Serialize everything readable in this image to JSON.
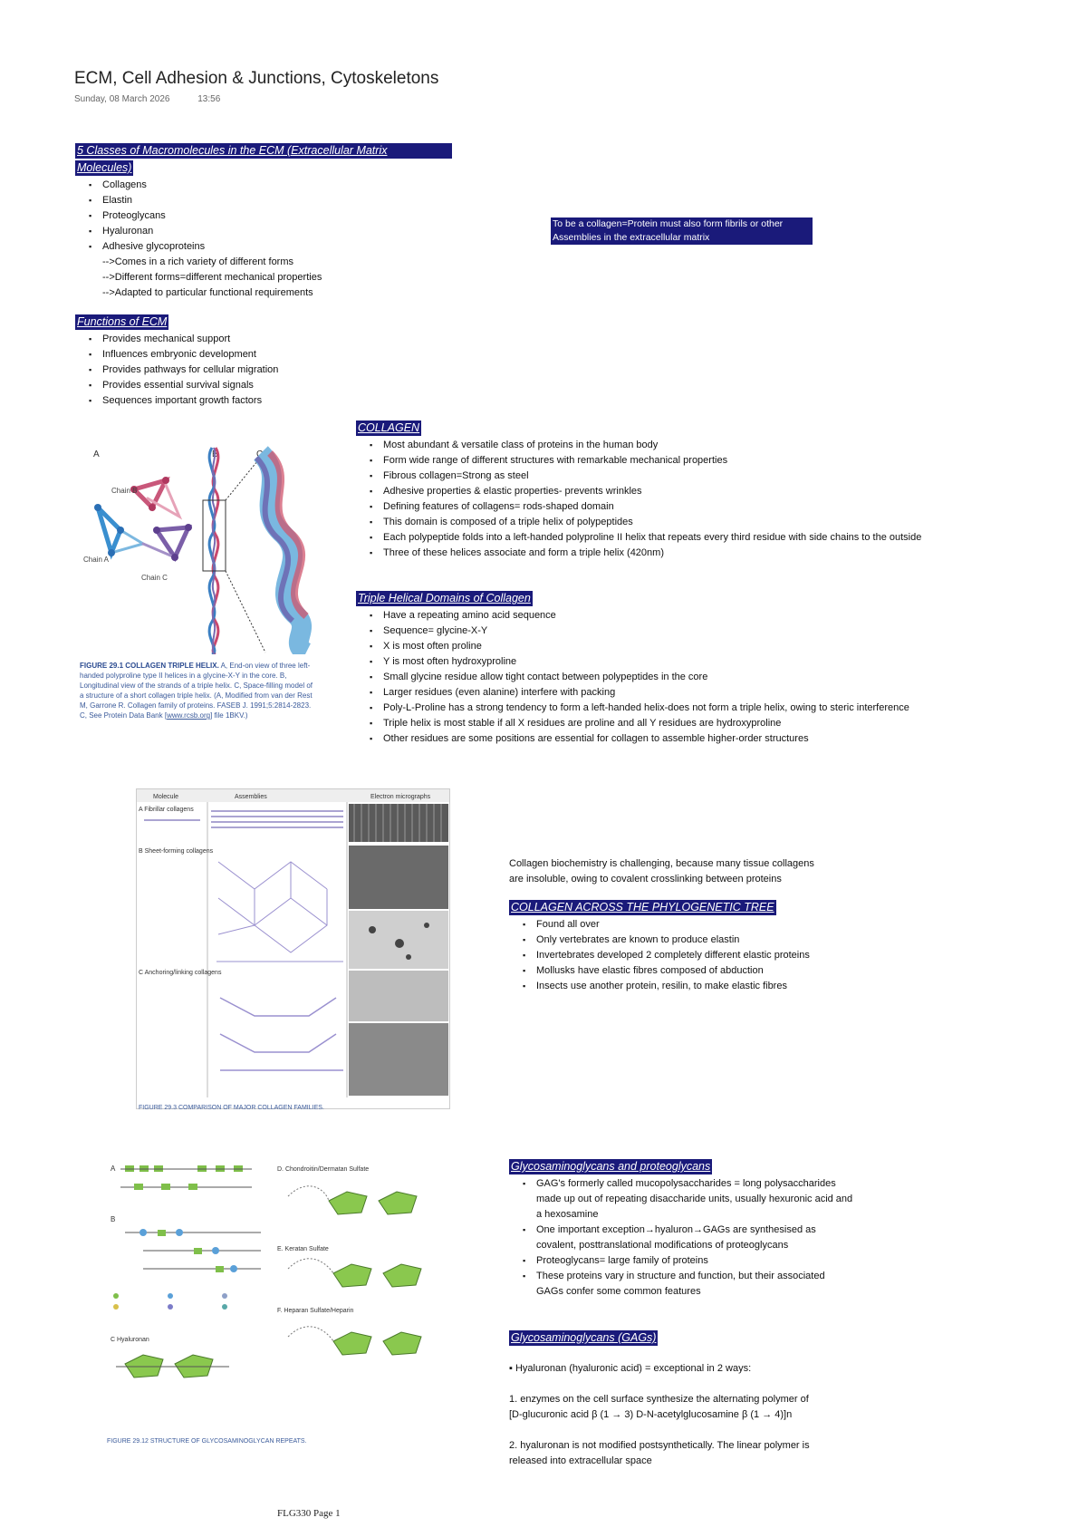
{
  "page": {
    "title": "ECM, Cell Adhesion & Junctions, Cytoskeletons",
    "date": "Sunday, 08 March 2026",
    "time": "13:56"
  },
  "section1": {
    "heading_line1": "5 Classes of Macromolecules in the ECM (Extracellular Matrix",
    "heading_line2": "Molecules)",
    "bullets": [
      "Collagens",
      "Elastin",
      "Proteoglycans",
      "Hyaluronan",
      "Adhesive glycoproteins"
    ],
    "subs": [
      "-->Comes in a rich variety of different forms",
      "-->Different forms=different mechanical properties",
      "-->Adapted to particular functional requirements"
    ]
  },
  "callout": {
    "line1": "To be a collagen=Protein must also form fibrils or other",
    "line2": "Assemblies in the extracellular matrix"
  },
  "functions": {
    "heading": "Functions of ECM",
    "bullets": [
      "Provides mechanical support",
      "Influences embryonic development",
      "Provides pathways for cellular migration",
      "Provides essential survival signals",
      "Sequences important growth factors"
    ]
  },
  "collagen": {
    "heading": "COLLAGEN",
    "bullets": [
      "Most abundant & versatile class of proteins in the human body",
      "Form wide range of different structures with remarkable mechanical properties",
      "Fibrous collagen=Strong as steel",
      "Adhesive properties & elastic properties- prevents wrinkles",
      "Defining features of collagens= rods-shaped domain",
      "This domain is composed of a triple helix of polypeptides",
      "Each polypeptide folds into a left-handed polyproline II helix that repeats every third residue with side chains to the outside",
      "Three of these helices associate and form a triple helix (420nm)"
    ]
  },
  "triple": {
    "heading": "Triple Helical Domains of Collagen",
    "bullets": [
      "Have a repeating amino acid sequence",
      "Sequence= glycine-X-Y",
      "X is most often proline",
      "Y is most often hydroxyproline",
      "Small glycine residue allow tight contact between polypeptides in the core",
      "Larger residues (even alanine) interfere with packing",
      "Poly-L-Proline has a strong tendency to form a left-handed helix-does not form a triple helix, owing to steric interference",
      "Triple helix is most stable if all X residues are proline and all Y residues are hydroxyproline",
      "Other residues are some positions are essential for collagen to assemble higher-order structures"
    ]
  },
  "fig1": {
    "labels": [
      "A",
      "B",
      "C",
      "Chain B",
      "Chain A",
      "Chain C"
    ],
    "caption_title": "FIGURE 29.1",
    "caption_heading": "COLLAGEN TRIPLE HELIX.",
    "caption_text": "A, End-on view of three left-handed polyproline type II helices in a glycine-X-Y in the core. B, Longitudinal view of the strands of a triple helix. C, Space-filling model of a structure of a short collagen triple helix. (A, Modified from van der Rest M, Garrone R. Collagen family of proteins. FASEB J. 1991;5:2814-2823. C, See Protein Data Bank [",
    "caption_link": "www.rcsb.org",
    "caption_end": "] file 1BKV.)"
  },
  "fig2": {
    "col_headers": [
      "Molecule",
      "Assemblies",
      "Electron micrographs"
    ],
    "row_labels": [
      "A Fibrillar collagens",
      "B Sheet-forming collagens",
      "C Anchoring/linking collagens"
    ],
    "caption": "FIGURE 29.3 COMPARISON OF MAJOR COLLAGEN FAMILIES."
  },
  "notes": {
    "line1": "Collagen biochemistry is challenging, because many tissue collagens",
    "line2": "are insoluble, owing to covalent crosslinking between proteins"
  },
  "phylo": {
    "heading": "COLLAGEN ACROSS THE PHYLOGENETIC TREE",
    "bullets": [
      "Found all over",
      "Only vertebrates are known to produce elastin",
      "Invertebrates developed 2 completely different elastic proteins",
      "Mollusks have elastic fibres composed of abduction",
      "Insects use another protein, resilin, to make elastic fibres"
    ]
  },
  "fig3": {
    "labels": [
      "A",
      "B",
      "C Hyaluronan",
      "D. Chondroitin/Dermatan Sulfate",
      "E. Keratan Sulfate",
      "F. Heparan Sulfate/Heparin"
    ],
    "caption": "FIGURE 29.12 STRUCTURE OF GLYCOSAMINOGLYCAN REPEATS."
  },
  "gag": {
    "heading": "Glycosaminoglycans and proteoglycans",
    "bullets": [
      "GAG's formerly called mucopolysaccharides = long polysaccharides made up out of repeating disaccharide units, usually hexuronic acid and a hexosamine",
      "One important exception→hyaluron→GAGs are synthesised as covalent, posttranslational modifications of proteoglycans",
      "Proteoglycans= large family of proteins",
      "These proteins vary in structure and function, but their associated GAGs confer some common features"
    ]
  },
  "gags2": {
    "heading": "Glycosaminoglycans (GAGs)",
    "line1": "▪ Hyaluronan (hyaluronic acid) = exceptional in 2 ways:",
    "line2a": "1. enzymes on the cell surface synthesize the alternating polymer of",
    "line2b": "[D-glucuronic acid β (1 → 3) D-N-acetylglucosamine β (1 → 4)]n",
    "line3a": "2. hyaluronan is not modified postsynthetically. The linear polymer is",
    "line3b": "released into extracellular space"
  },
  "footer": {
    "text": "FLG330 Page 1"
  },
  "colors": {
    "heading_bg": "#1a1a7a",
    "heading_fg": "#ffffff"
  }
}
